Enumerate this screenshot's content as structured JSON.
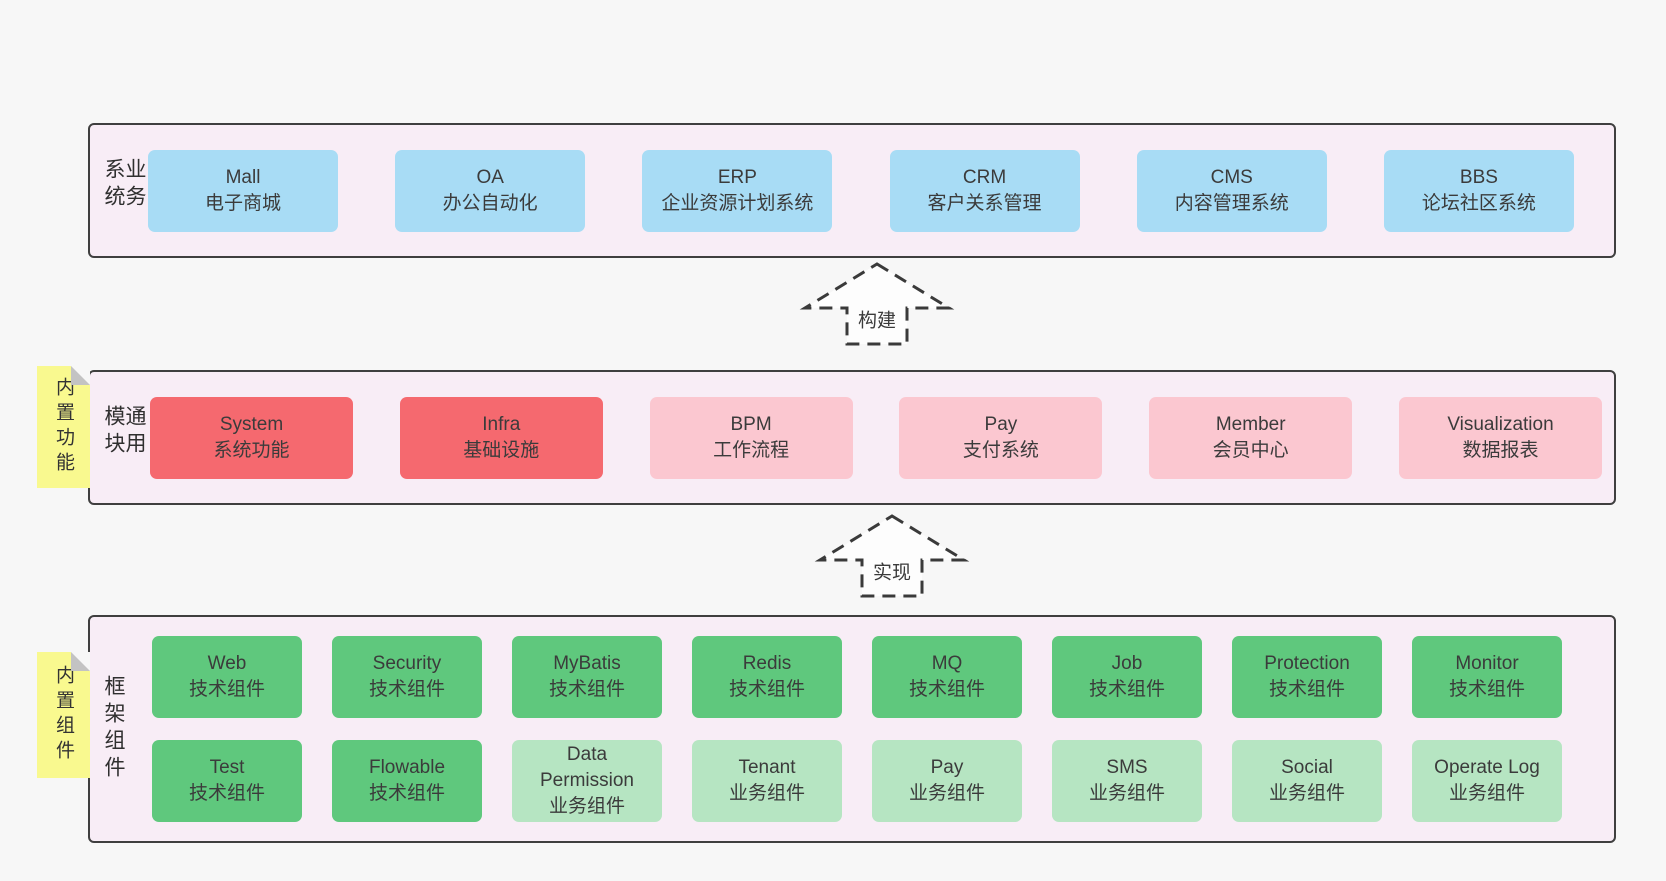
{
  "colors": {
    "page_bg": "#f7f7f7",
    "layer_bg": "#f8edf6",
    "layer_border": "#3f3f3f",
    "blue_box": "#a8dcf5",
    "red_box": "#f5696f",
    "pink_box": "#fbc7d0",
    "green_box": "#5fc87d",
    "light_green_box": "#b6e5c2",
    "sticky_bg": "#f9f98f",
    "text": "#3b3b3b"
  },
  "layers": {
    "business": {
      "label": "业务系统",
      "boxes": [
        {
          "title": "Mall",
          "subtitle": "电子商城"
        },
        {
          "title": "OA",
          "subtitle": "办公自动化"
        },
        {
          "title": "ERP",
          "subtitle": "企业资源计划系统"
        },
        {
          "title": "CRM",
          "subtitle": "客户关系管理"
        },
        {
          "title": "CMS",
          "subtitle": "内容管理系统"
        },
        {
          "title": "BBS",
          "subtitle": "论坛社区系统"
        }
      ]
    },
    "modules": {
      "label": "通用模块",
      "sticky": "内置功能",
      "boxes": [
        {
          "title": "System",
          "subtitle": "系统功能"
        },
        {
          "title": "Infra",
          "subtitle": "基础设施"
        },
        {
          "title": "BPM",
          "subtitle": "工作流程"
        },
        {
          "title": "Pay",
          "subtitle": "支付系统"
        },
        {
          "title": "Member",
          "subtitle": "会员中心"
        },
        {
          "title": "Visualization",
          "subtitle": "数据报表"
        }
      ]
    },
    "components": {
      "label": "框架组件",
      "sticky": "内置组件",
      "row1": [
        {
          "title": "Web",
          "subtitle": "技术组件"
        },
        {
          "title": "Security",
          "subtitle": "技术组件"
        },
        {
          "title": "MyBatis",
          "subtitle": "技术组件"
        },
        {
          "title": "Redis",
          "subtitle": "技术组件"
        },
        {
          "title": "MQ",
          "subtitle": "技术组件"
        },
        {
          "title": "Job",
          "subtitle": "技术组件"
        },
        {
          "title": "Protection",
          "subtitle": "技术组件"
        },
        {
          "title": "Monitor",
          "subtitle": "技术组件"
        }
      ],
      "row2": [
        {
          "title": "Test",
          "subtitle": "技术组件"
        },
        {
          "title": "Flowable",
          "subtitle": "技术组件"
        },
        {
          "title": "Data Permission",
          "subtitle": "业务组件"
        },
        {
          "title": "Tenant",
          "subtitle": "业务组件"
        },
        {
          "title": "Pay",
          "subtitle": "业务组件"
        },
        {
          "title": "SMS",
          "subtitle": "业务组件"
        },
        {
          "title": "Social",
          "subtitle": "业务组件"
        },
        {
          "title": "Operate Log",
          "subtitle": "业务组件"
        }
      ]
    }
  },
  "arrows": {
    "build": {
      "label": "构建"
    },
    "implement": {
      "label": "实现"
    }
  }
}
